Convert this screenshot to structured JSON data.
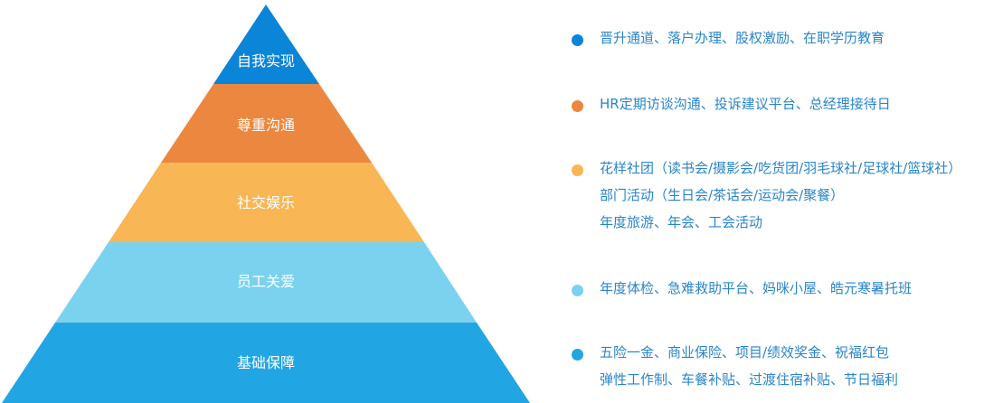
{
  "colors": {
    "text": "#2a85c8",
    "tier_label": "#ffffff"
  },
  "tiers": [
    {
      "label": "自我实现",
      "color": "#0b85d7"
    },
    {
      "label": "尊重沟通",
      "color": "#ec873f"
    },
    {
      "label": "社交娱乐",
      "color": "#f8b654"
    },
    {
      "label": "员工关爱",
      "color": "#7bd2ee"
    },
    {
      "label": "基础保障",
      "color": "#22a5e3"
    }
  ],
  "legend": [
    {
      "color": "#0b85d7",
      "lines": [
        "晋升通道、落户办理、股权激励、在职学历教育"
      ]
    },
    {
      "color": "#ec873f",
      "lines": [
        "HR定期访谈沟通、投诉建议平台、总经理接待日"
      ]
    },
    {
      "color": "#f8b654",
      "lines": [
        "花样社团（读书会/摄影会/吃货团/羽毛球社/足球社/篮球社）",
        "部门活动（生日会/茶话会/运动会/聚餐）",
        "年度旅游、年会、工会活动"
      ]
    },
    {
      "color": "#7bd2ee",
      "lines": [
        "年度体检、急难救助平台、妈咪小屋、皓元寒暑托班"
      ]
    },
    {
      "color": "#22a5e3",
      "lines": [
        "五险一金、商业保险、项目/绩效奖金、祝福红包",
        "弹性工作制、车餐补贴、过渡住宿补贴、节日福利"
      ]
    }
  ]
}
